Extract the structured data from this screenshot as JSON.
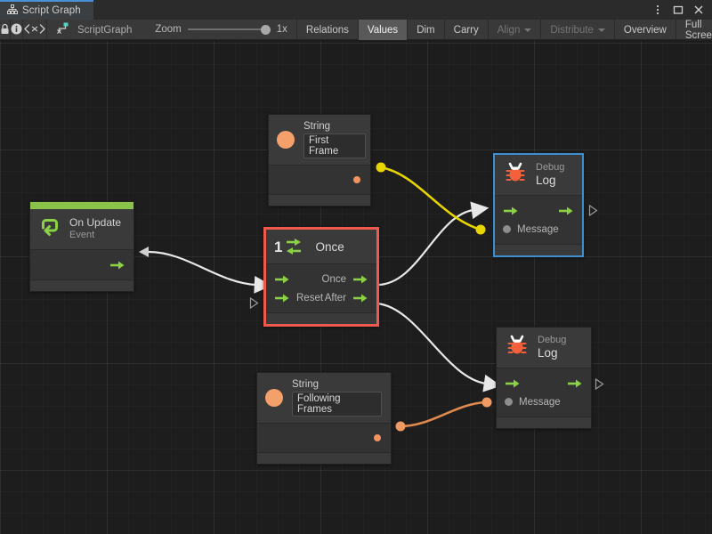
{
  "window": {
    "tab_label": "Script Graph",
    "tab_icon": "graph-hierarchy-icon",
    "controls": [
      {
        "name": "more-options-icon",
        "glyph": "kebab"
      },
      {
        "name": "maximize-icon",
        "glyph": "square"
      },
      {
        "name": "close-icon",
        "glyph": "x"
      }
    ]
  },
  "toolbar": {
    "lock_icon": "lock-icon",
    "info_icon": "info-icon",
    "code_icon": "code-brackets-icon",
    "graph_icon": "scriptgraph-icon",
    "graph_name": "ScriptGraph",
    "zoom_label": "Zoom",
    "zoom_value": "1x",
    "zoom_percent": 100,
    "buttons": [
      {
        "label": "Relations",
        "active": false,
        "disabled": false,
        "dropdown": false
      },
      {
        "label": "Values",
        "active": true,
        "disabled": false,
        "dropdown": false
      },
      {
        "label": "Dim",
        "active": false,
        "disabled": false,
        "dropdown": false
      },
      {
        "label": "Carry",
        "active": false,
        "disabled": false,
        "dropdown": false
      },
      {
        "label": "Align",
        "active": false,
        "disabled": true,
        "dropdown": true
      },
      {
        "label": "Distribute",
        "active": false,
        "disabled": true,
        "dropdown": true
      },
      {
        "label": "Overview",
        "active": false,
        "disabled": false,
        "dropdown": false
      },
      {
        "label": "Full Screen",
        "active": false,
        "disabled": false,
        "dropdown": false
      }
    ]
  },
  "graph": {
    "nodes": [
      {
        "id": "on-update",
        "title": "On Update",
        "subtitle": "Event",
        "icon": "event-loop-icon",
        "accent_color": "#8bc34a",
        "selected": "none",
        "out_flow_label": ""
      },
      {
        "id": "string-first-frame",
        "title": "String",
        "icon": "string-circle-icon",
        "value": "First Frame",
        "selected": "none"
      },
      {
        "id": "string-following-frames",
        "title": "String",
        "icon": "string-circle-icon",
        "value": "Following Frames",
        "selected": "none"
      },
      {
        "id": "once",
        "title": "Once",
        "icon": "once-counter-icon",
        "badge": "1",
        "selected": "red",
        "ports": {
          "in_flow": "",
          "in_reset": "Reset",
          "out_once": "Once",
          "out_after": "After"
        }
      },
      {
        "id": "debug-log-top",
        "title": "Debug",
        "subtitle": "Log",
        "icon": "bug-icon",
        "selected": "blue",
        "ports": {
          "message": "Message"
        }
      },
      {
        "id": "debug-log-bottom",
        "title": "Debug",
        "subtitle": "Log",
        "icon": "bug-icon",
        "selected": "none",
        "ports": {
          "message": "Message"
        }
      }
    ],
    "wire_colors": {
      "flow": "#e8e8e8",
      "string_yellow": "#e8d500",
      "string_orange": "#e08a4e"
    }
  }
}
